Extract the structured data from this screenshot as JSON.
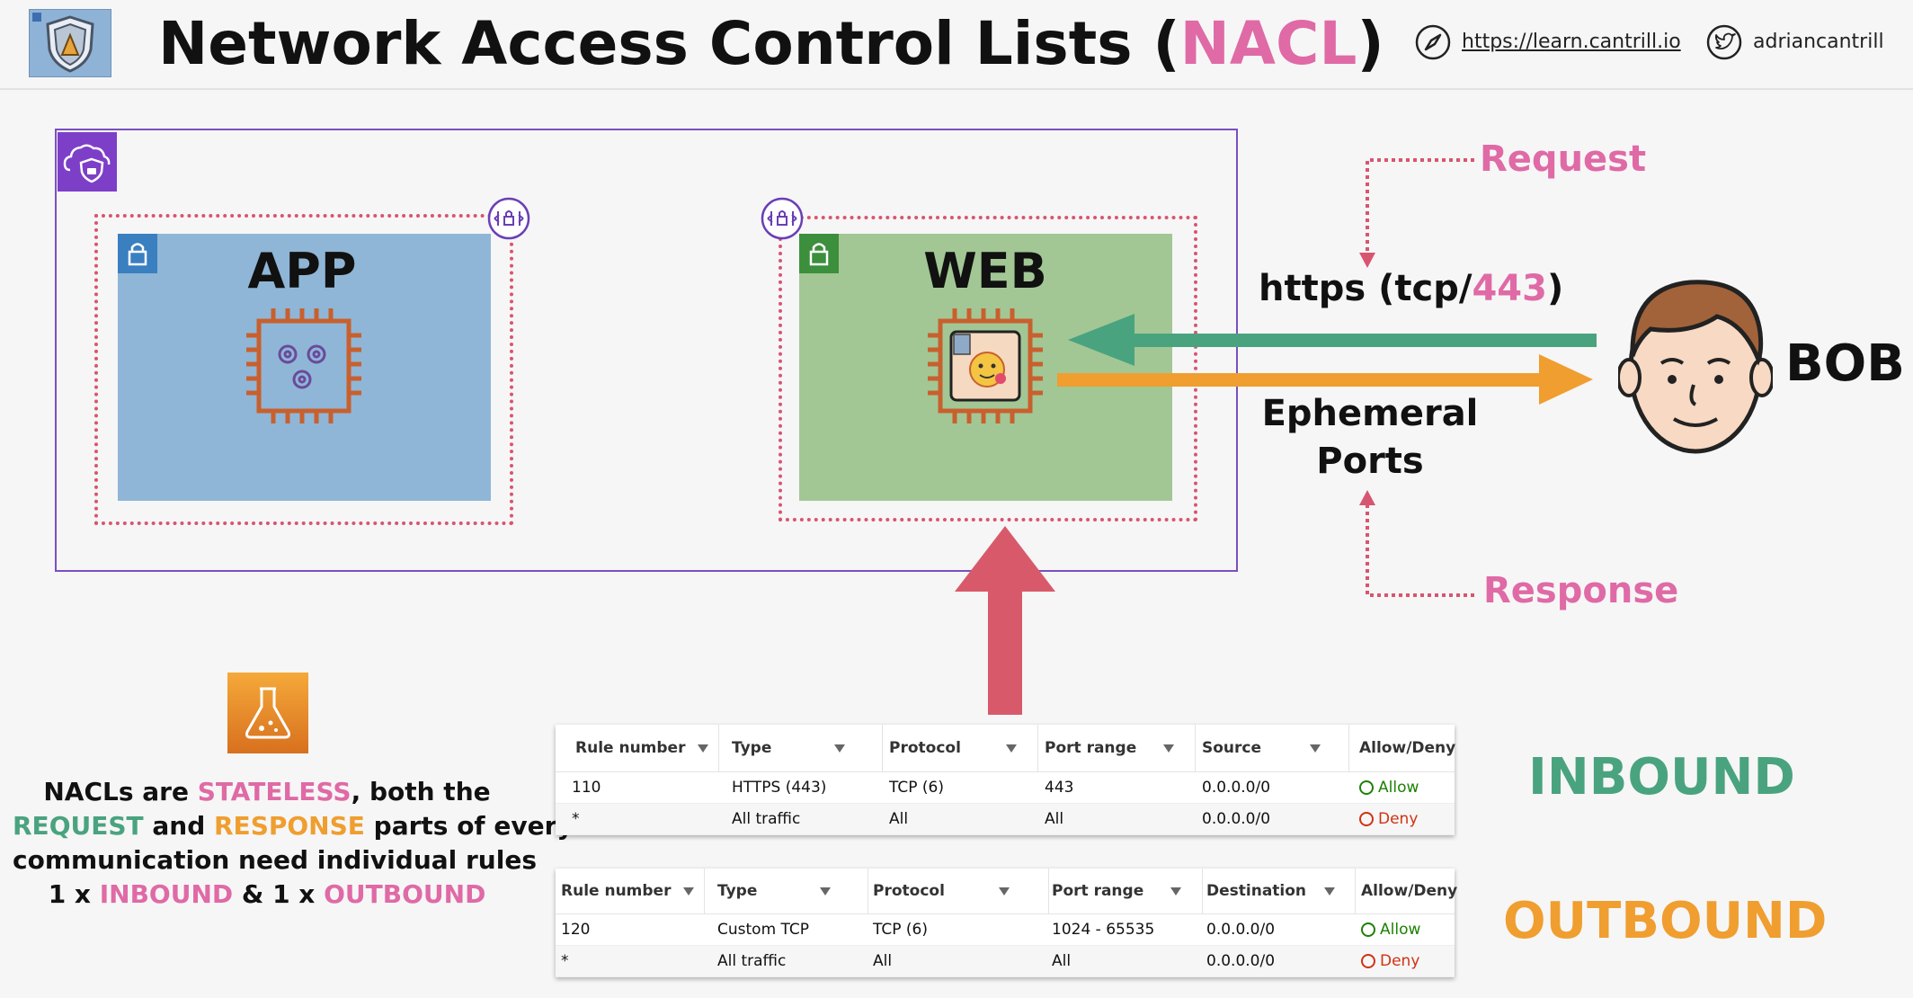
{
  "header": {
    "title_prefix": "Network Access Control Lists (",
    "title_highlight": "NACL",
    "title_suffix": ")",
    "site_link": "https://learn.cantrill.io",
    "twitter_handle": "adriancantrill",
    "icons": [
      "shield-logo-icon",
      "compass-icon",
      "twitter-icon"
    ]
  },
  "diagram": {
    "subnets": [
      {
        "label": "APP",
        "fill": "#8fb6d6",
        "instance_icon": "gears-chip-icon"
      },
      {
        "label": "WEB",
        "fill": "#a2c795",
        "instance_icon": "web-server-chip-icon"
      }
    ],
    "request_protocol_prefix": "https (tcp/",
    "request_port": "443",
    "request_protocol_suffix": ")",
    "response_label_line1": "Ephemeral",
    "response_label_line2": "Ports",
    "request_label": "Request",
    "response_label": "Response",
    "user_label": "BOB",
    "colors": {
      "vpc_border": "#7a4fc0",
      "nacl_border": "#d85570",
      "request_arrow": "#4aa37f",
      "response_arrow": "#ef9e2f",
      "up_arrow": "#d85a6a",
      "accent_pink": "#df6aa6"
    }
  },
  "caption": {
    "l1_a": "NACLs are ",
    "l1_b": "STATELESS",
    "l1_c": ", both the",
    "l2_a": "REQUEST",
    "l2_b": " and ",
    "l2_c": "RESPONSE",
    "l2_d": " parts of every",
    "l3": "communication need individual rules",
    "l4_a": "1 x ",
    "l4_b": "INBOUND",
    "l4_c": " & 1 x ",
    "l4_d": "OUTBOUND"
  },
  "inbound_table": {
    "label": "INBOUND",
    "headers": [
      "Rule number",
      "Type",
      "Protocol",
      "Port range",
      "Source",
      "Allow/Deny"
    ],
    "rows": [
      [
        "110",
        "HTTPS (443)",
        "TCP (6)",
        "443",
        "0.0.0.0/0",
        "Allow"
      ],
      [
        "*",
        "All traffic",
        "All",
        "All",
        "0.0.0.0/0",
        "Deny"
      ]
    ]
  },
  "outbound_table": {
    "label": "OUTBOUND",
    "headers": [
      "Rule number",
      "Type",
      "Protocol",
      "Port range",
      "Destination",
      "Allow/Deny"
    ],
    "rows": [
      [
        "120",
        "Custom TCP",
        "TCP (6)",
        "1024 - 65535",
        "0.0.0.0/0",
        "Allow"
      ],
      [
        "*",
        "All traffic",
        "All",
        "All",
        "0.0.0.0/0",
        "Deny"
      ]
    ]
  }
}
